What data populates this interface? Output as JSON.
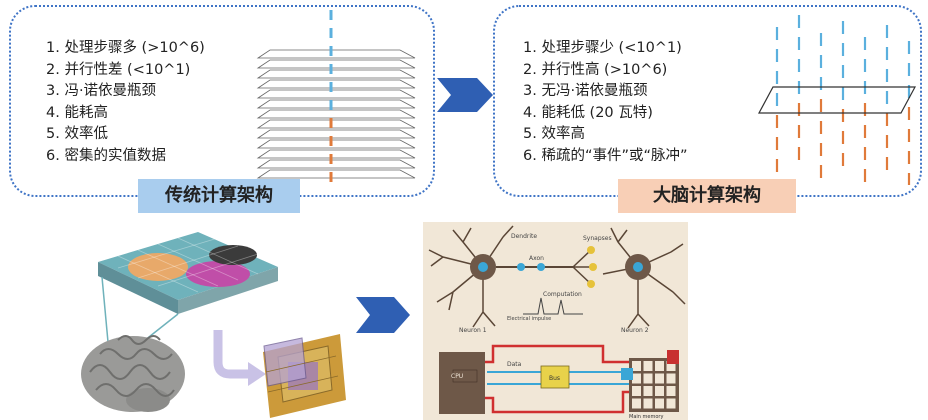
{
  "traditional": {
    "items": [
      "1. 处理步骤多 (>10^6)",
      "2. 并行性差 (<10^1)",
      "3. 冯·诺依曼瓶颈",
      "4. 能耗高",
      "5. 效率低",
      "6. 密集的实值数据"
    ],
    "label": "传统计算架构",
    "label_bg": "#a9cdee"
  },
  "brain": {
    "items": [
      "1. 处理步骤少 (<10^1)",
      "2. 并行性高 (>10^6)",
      "3. 无冯·诺依曼瓶颈",
      "4. 能耗低 (20 瓦特)",
      "5. 效率高",
      "6. 稀疏的“事件”或“脉冲”"
    ],
    "label": "大脑计算架构",
    "label_bg": "#f8cfb6"
  },
  "colors": {
    "border": "#3f74c6",
    "arrow": "#2f5fb3",
    "spike_blue": "#5bb0de",
    "spike_orange": "#e07a3a"
  },
  "neuron_figure": {
    "neuron1": "Neuron 1",
    "neuron2": "Neuron 2",
    "dendrite": "Dendrite",
    "axon": "Axon",
    "synapses": "Synapses",
    "computation": "Computation",
    "impulse": "Electrical impulse"
  },
  "vn_figure": {
    "cpu": "CPU",
    "bus": "Bus",
    "data": "Data",
    "memory": "Main memory"
  }
}
